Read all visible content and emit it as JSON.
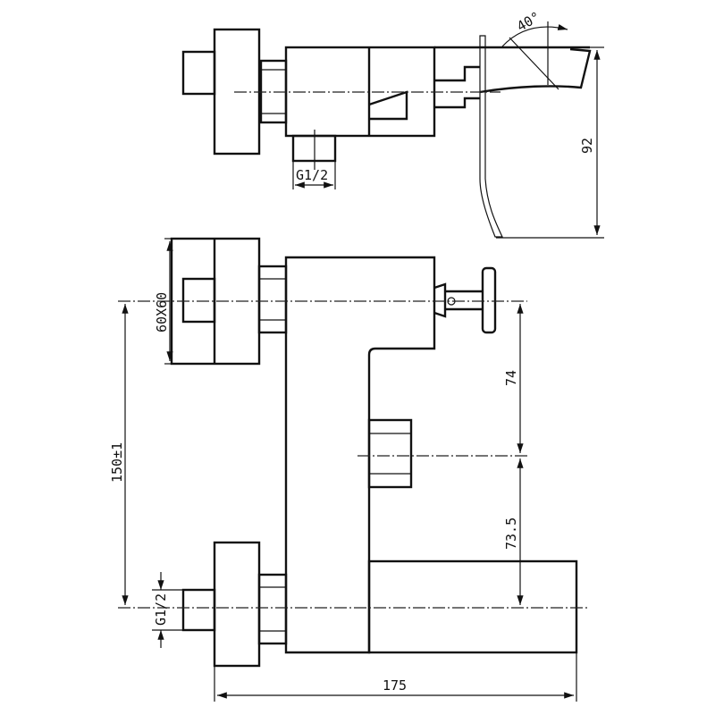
{
  "title": "Bath mixer technical drawing",
  "dimensions": {
    "lever_angle": "40°",
    "height_top": "92",
    "outlet_thread": "G1/2",
    "plate_size": "60X60",
    "inlet_spacing": "150±1",
    "upper_offset": "74",
    "lower_offset": "73.5",
    "inlet_thread": "G1/2",
    "total_length": "175"
  }
}
